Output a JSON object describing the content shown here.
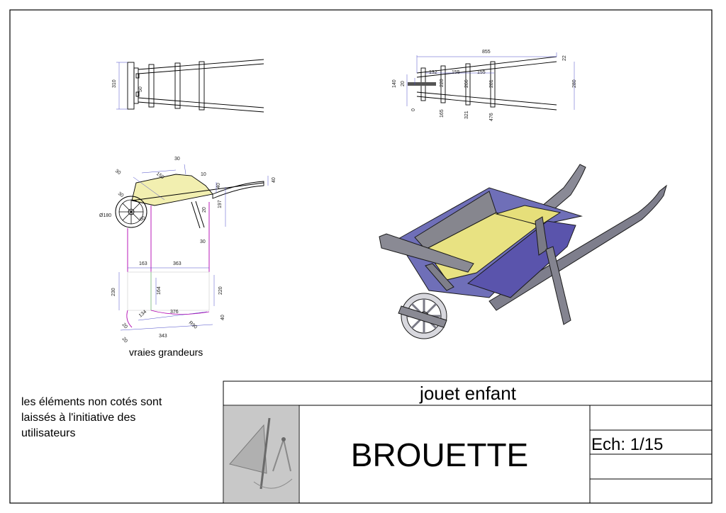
{
  "title_block": {
    "project": "jouet enfant",
    "name": "BROUETTE",
    "scale": "Ech: 1/15"
  },
  "note": "les éléments non cotés sont\nlaissés à l'initiative des\nutilisateurs",
  "caption": "vraies grandeurs",
  "views": {
    "top": {
      "dims": [
        "310",
        "50"
      ]
    },
    "plan": {
      "dims": [
        "855",
        "22",
        "132",
        "155",
        "155",
        "140",
        "20",
        "0",
        "165",
        "321",
        "476",
        "220",
        "266",
        "281",
        "280"
      ]
    },
    "side": {
      "dims": [
        "30",
        "30",
        "150",
        "10",
        "40",
        "40",
        "30",
        "Ø180",
        "60",
        "197",
        "20",
        "30"
      ]
    },
    "flat": {
      "dims": [
        "163",
        "363",
        "230",
        "164",
        "220",
        "20",
        "134",
        "376",
        "R90",
        "40",
        "20",
        "343"
      ]
    }
  },
  "colors": {
    "frame": "#000000",
    "dim_blue": "#4a4ac8",
    "magenta": "#b000b0",
    "panel_yellow": "#e6e07a",
    "panel_purple": "#5e58b0",
    "wood_gray": "#8a8a96",
    "logo_bg": "#c8c8c8"
  },
  "icons": {
    "logo": "compass-and-set-square-icon"
  }
}
